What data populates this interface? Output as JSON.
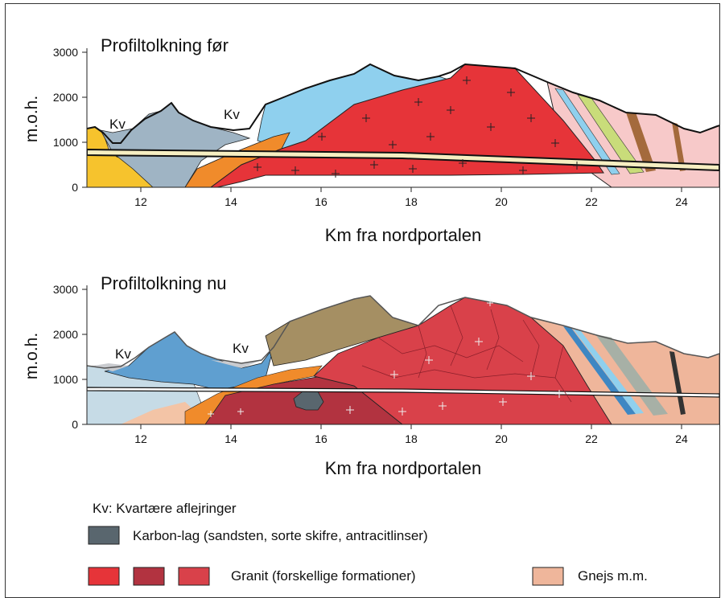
{
  "colors": {
    "granite_1": "#e63439",
    "granite_2": "#b23340",
    "granite_3": "#d9414a",
    "gneiss": "#efb69b",
    "karbon": "#59666e",
    "sky_blue": "#8fd0ee",
    "dark_blue": "#3e87c3",
    "orange": "#f08b2b",
    "yellow": "#f6c32d",
    "pink": "#f7c9c9",
    "tunnel": "#f7efc2",
    "grey": "#b6b6b6",
    "olive": "#a58f63",
    "brown": "#a46a3c"
  },
  "top": {
    "title": "Profiltolkning før",
    "kv_labels": [
      "Kv",
      "Kv"
    ]
  },
  "bottom": {
    "title": "Profiltolkning nu",
    "kv_labels": [
      "Kv",
      "Kv"
    ]
  },
  "axes": {
    "ylabel": "m.o.h.",
    "xlabel": "Km fra nordportalen",
    "yticks": [
      "0",
      "1000",
      "2000",
      "3000"
    ],
    "xticks": [
      "12",
      "14",
      "16",
      "18",
      "20",
      "22",
      "24"
    ]
  },
  "legend": {
    "kv_note": "Kv: Kvartære aflejringer",
    "karbon_label": "Karbon-lag (sandsten, sorte skifre, antracitlinser)",
    "granit_label": "Granit (forskellige formationer)",
    "gneiss_label": "Gnejs m.m."
  }
}
